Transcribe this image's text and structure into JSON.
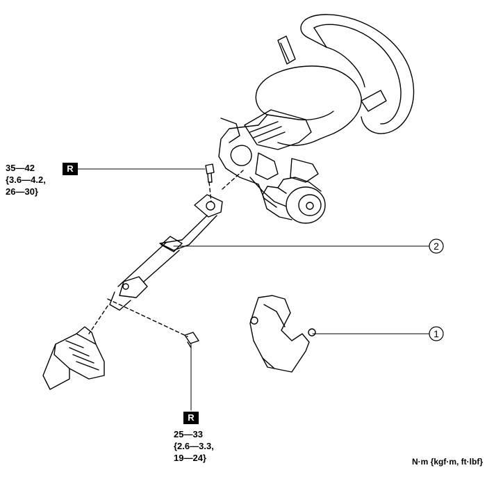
{
  "torque_upper": {
    "line1": "35—42",
    "line2": "{3.6—4.2,",
    "line3": "26—30}",
    "badge": "R"
  },
  "torque_lower": {
    "line1": "25—33",
    "line2": "{2.6—3.3,",
    "line3": "19—24}",
    "badge": "R"
  },
  "callouts": {
    "c1": "1",
    "c2": "2"
  },
  "units_label": "N·m {kgf·m, ft·lbf}"
}
